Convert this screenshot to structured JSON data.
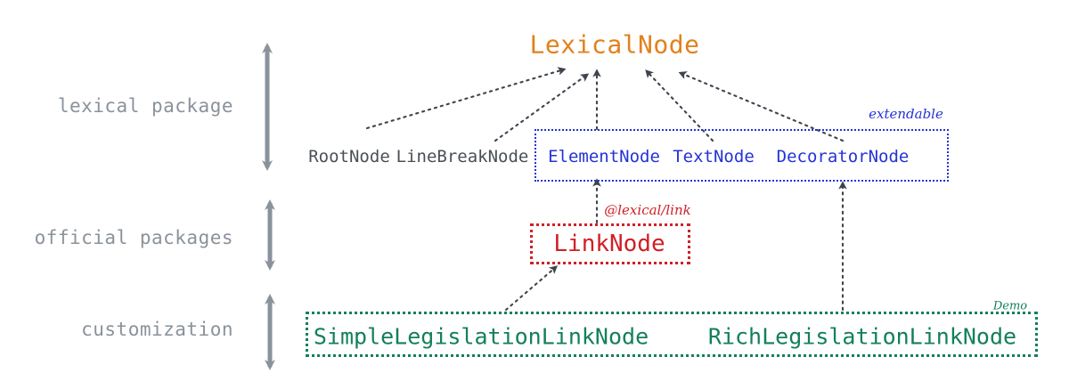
{
  "diagram": {
    "title": "LexicalNode",
    "colors": {
      "root": "#e2811e",
      "plain": "#4a4f57",
      "blue": "#2433d6",
      "red": "#cf2027",
      "green": "#13805a",
      "gray": "#8a929b",
      "connector": "#3d444d",
      "background": "#ffffff"
    },
    "layers": [
      {
        "label": "lexical package"
      },
      {
        "label": "official packages"
      },
      {
        "label": "customization"
      }
    ],
    "nodes": {
      "root": "LexicalNode",
      "plain": [
        "RootNode",
        "LineBreakNode"
      ],
      "extendable": [
        "ElementNode",
        "TextNode",
        "DecoratorNode"
      ],
      "official": [
        "LinkNode"
      ],
      "custom": [
        "SimpleLegislationLinkNode",
        "RichLegislationLinkNode"
      ]
    },
    "annotations": {
      "extendable": "extendable",
      "package": "@lexical/link",
      "demo": "Demo"
    }
  }
}
